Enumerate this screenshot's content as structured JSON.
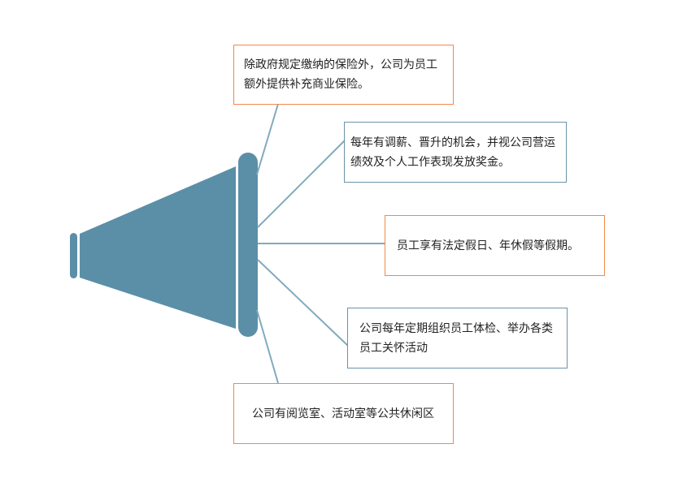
{
  "colors": {
    "megaphone": "#5b8fa8",
    "connector": "#80aabf",
    "orange_border": "#f08a4b",
    "blue_border": "#6a93aa"
  },
  "icon": "megaphone-icon",
  "boxes": [
    {
      "text": "除政府规定缴纳的保险外，公司为员工额外提供补充商业保险。"
    },
    {
      "text": "每年有调薪、晋升的机会，并视公司营运绩效及个人工作表现发放奖金。"
    },
    {
      "text": "员工享有法定假日、年休假等假期。"
    },
    {
      "text": "公司每年定期组织员工体检、举办各类员工关怀活动"
    },
    {
      "text": "公司有阅览室、活动室等公共休闲区"
    }
  ]
}
